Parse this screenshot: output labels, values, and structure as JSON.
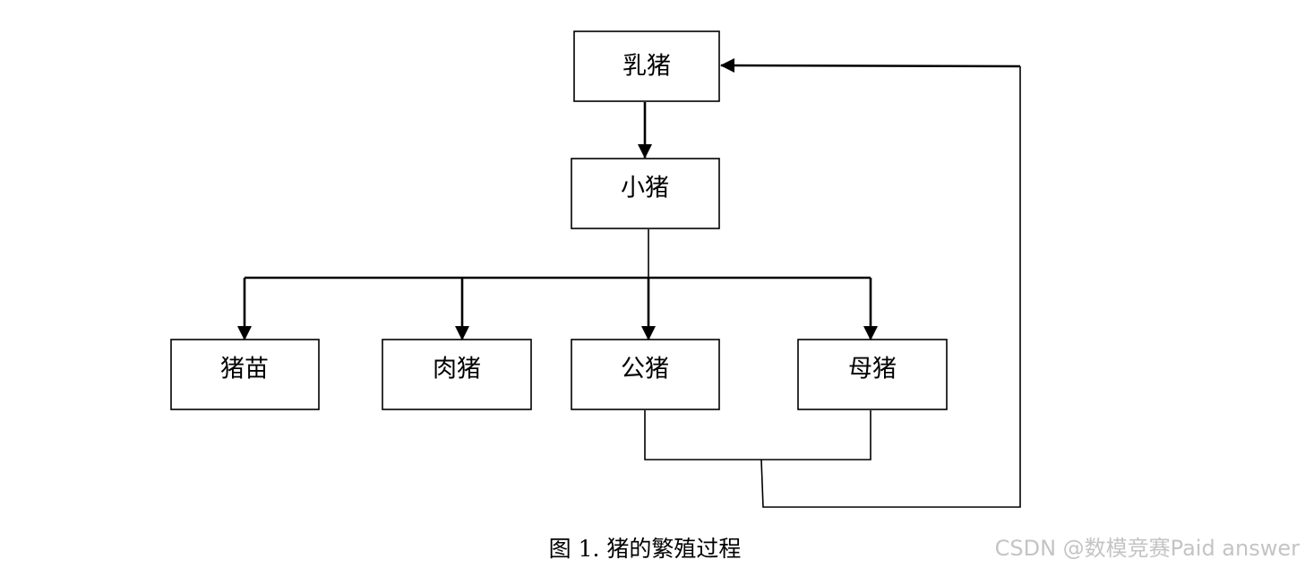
{
  "diagram": {
    "nodes": [
      {
        "id": "suckling",
        "label": "乳猪"
      },
      {
        "id": "piglet",
        "label": "小猪"
      },
      {
        "id": "pig-seedling",
        "label": "猪苗"
      },
      {
        "id": "meat-pig",
        "label": "肉猪"
      },
      {
        "id": "boar",
        "label": "公猪"
      },
      {
        "id": "sow",
        "label": "母猪"
      }
    ]
  },
  "caption": "图 1.  猪的繁殖过程",
  "watermark": "CSDN @数模竞赛Paid answer",
  "colors": {
    "line": "#000000",
    "background": "#ffffff",
    "watermark": "#c4c4c4"
  }
}
